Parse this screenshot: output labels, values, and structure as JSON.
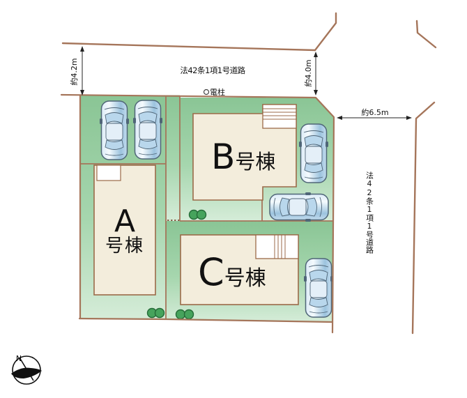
{
  "plan": {
    "top_road_label": "法42条1項1号道路",
    "right_road_label": "法42条1項1号道路",
    "pole_label": "電柱",
    "dim_top_left": "約4.2m",
    "dim_top_right": "約4.0m",
    "dim_right_road": "約6.5m",
    "compass_north": "N",
    "buildings": [
      {
        "letter": "A",
        "suffix": "号棟"
      },
      {
        "letter": "B",
        "suffix": "号棟"
      },
      {
        "letter": "C",
        "suffix": "号棟"
      }
    ],
    "colors": {
      "boundary_brown": "#a5755a",
      "building_stroke": "#9b6a48",
      "building_fill": "#f3eddc",
      "parcel_green_top": "#8ac595",
      "parcel_green_bottom": "#d5ecd8",
      "car_blue": "#9cc3de",
      "bush_green": "#46a35c",
      "dimension_line": "#222222"
    }
  }
}
